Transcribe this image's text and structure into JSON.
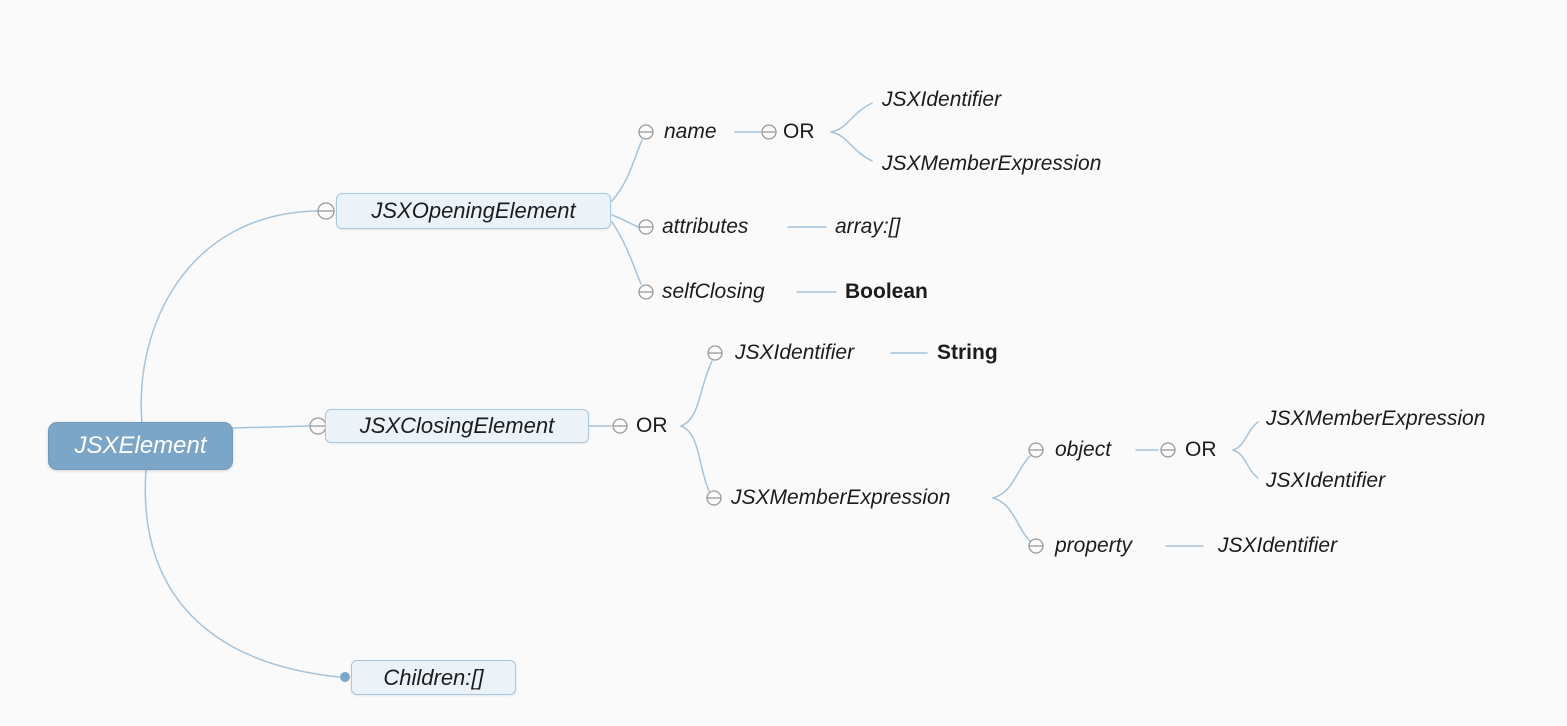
{
  "colors": {
    "background": "#fafafa",
    "root_fill": "#7ba6c7",
    "root_text": "#ffffff",
    "box_fill": "#ebf3f9",
    "box_border": "#a9c7dd",
    "edge": "#a6c3da",
    "collapse_icon_stroke": "#9a9a9a",
    "text": "#1c1c1c"
  },
  "mindmap": {
    "root": {
      "label": "JSXElement"
    },
    "opening": {
      "label": "JSXOpeningElement",
      "name": {
        "label": "name",
        "or_label": "OR",
        "options": [
          "JSXIdentifier",
          "JSXMemberExpression"
        ]
      },
      "attributes": {
        "label": "attributes",
        "value": "array:[]"
      },
      "self_closing": {
        "label": "selfClosing",
        "value": "Boolean"
      }
    },
    "closing": {
      "label": "JSXClosingElement",
      "or_label": "OR",
      "identifier": {
        "label": "JSXIdentifier",
        "value": "String"
      },
      "member": {
        "label": "JSXMemberExpression",
        "object": {
          "label": "object",
          "or_label": "OR",
          "options": [
            "JSXMemberExpression",
            "JSXIdentifier"
          ]
        },
        "property": {
          "label": "property",
          "value": "JSXIdentifier"
        }
      }
    },
    "children": {
      "label": "Children:[]"
    }
  }
}
